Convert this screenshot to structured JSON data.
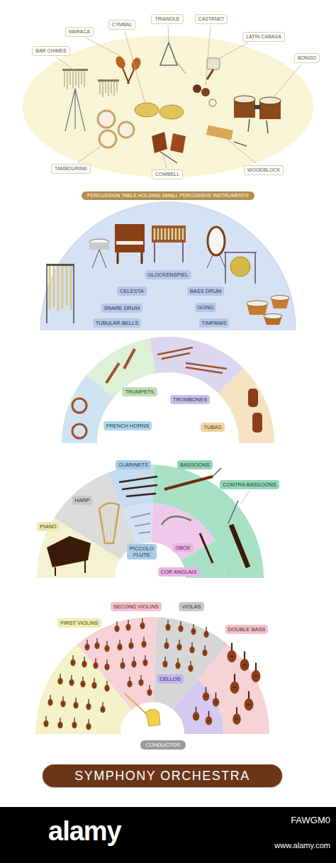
{
  "diagram": {
    "title": "SYMPHONY ORCHESTRA",
    "nodes": [
      {
        "text": [
          "TRIANGLE"
        ]
      },
      {
        "text": [
          "CASTANET"
        ]
      },
      {
        "text": [
          "CYMBAL"
        ]
      },
      {
        "text": [
          "MARACA"
        ]
      },
      {
        "text": [
          "LATIN CABASA"
        ]
      },
      {
        "text": [
          "BAR CHIMES"
        ]
      },
      {
        "text": [
          "BONGO"
        ]
      },
      {
        "text": [
          "TAMBOURINE"
        ]
      },
      {
        "text": [
          "WOODBLOCK"
        ]
      },
      {
        "text": [
          "COWBELL"
        ]
      },
      {
        "text": [
          "PERCUSSION TABLE HOLDING SMALL PERCUSSIVE INSTRUMENTS"
        ]
      },
      {
        "text": [
          "GLOCKENSPIEL"
        ]
      },
      {
        "text": [
          "CELESTA"
        ]
      },
      {
        "text": [
          "BASS DRUM"
        ]
      },
      {
        "text": [
          "SNARE DRUM"
        ]
      },
      {
        "text": [
          "GONG"
        ]
      },
      {
        "text": [
          "TUBULAR BELLS"
        ]
      },
      {
        "text": [
          "TIMPANIS"
        ]
      },
      {
        "text": [
          "TRUMPETS"
        ]
      },
      {
        "text": [
          "TROMBONES"
        ]
      },
      {
        "text": [
          "FRENCH HORNS"
        ]
      },
      {
        "text": [
          "TUBAS"
        ]
      },
      {
        "text": [
          "CLARINETS"
        ]
      },
      {
        "text": [
          "BASSOONS"
        ]
      },
      {
        "text": [
          "CONTRA BASSOONS"
        ]
      },
      {
        "text": [
          "HARP"
        ]
      },
      {
        "text": [
          "PIANO"
        ]
      },
      {
        "text": [
          "PICCOLO FLUTE"
        ]
      },
      {
        "text": [
          "OBOE"
        ]
      },
      {
        "text": [
          "COR ANGLAIS"
        ]
      },
      {
        "text": [
          "SECOND VIOLINS"
        ]
      },
      {
        "text": [
          "VIOLAS"
        ]
      },
      {
        "text": [
          "FIRST VIOLINS"
        ]
      },
      {
        "text": [
          "DOUBLE BASS"
        ]
      },
      {
        "text": [
          "CELLOS"
        ]
      },
      {
        "text": [
          "CONDUCTOR"
        ]
      }
    ],
    "labels": [
      "alamy",
      "FAWGM0",
      "www.alamy.com"
    ]
  }
}
